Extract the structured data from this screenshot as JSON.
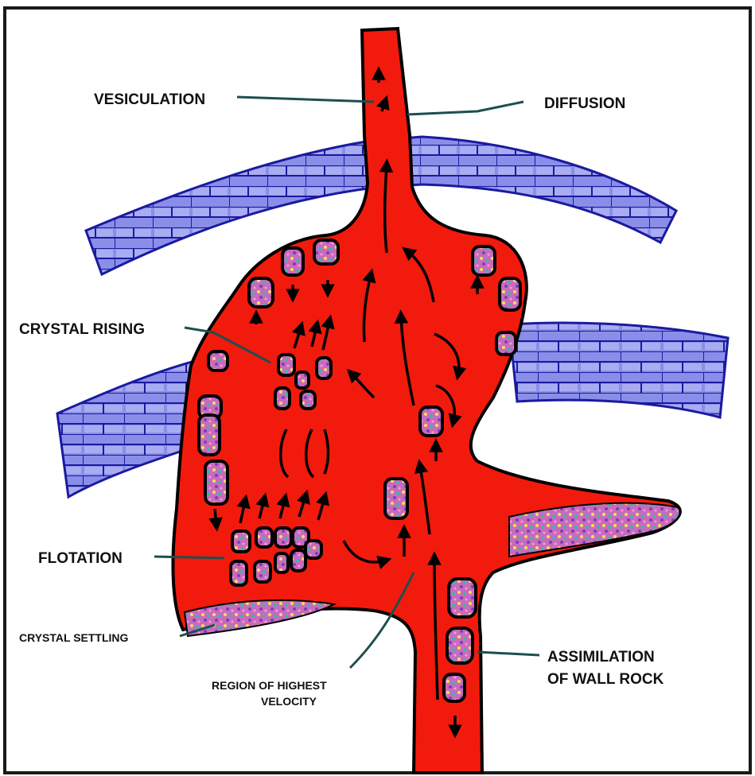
{
  "labels": {
    "vesiculation": "VESICULATION",
    "diffusion": "DIFFUSION",
    "crystal_rising": "CRYSTAL RISING",
    "flotation": "FLOTATION",
    "crystal_settling": "CRYSTAL  SETTLING",
    "region_line1": "REGION OF HIGHEST",
    "region_line2": "VELOCITY",
    "assimilation_line1": "ASSIMILATION",
    "assimilation_line2": "OF WALL ROCK"
  },
  "colors": {
    "magma": "#f21a0c",
    "wall_rock": "#8a8ee8",
    "wall_rock_outline": "#1a1aa0",
    "crystal_fill": "#a79bd9",
    "leader": "#1d4f4f",
    "frame": "#1a1a1a"
  }
}
